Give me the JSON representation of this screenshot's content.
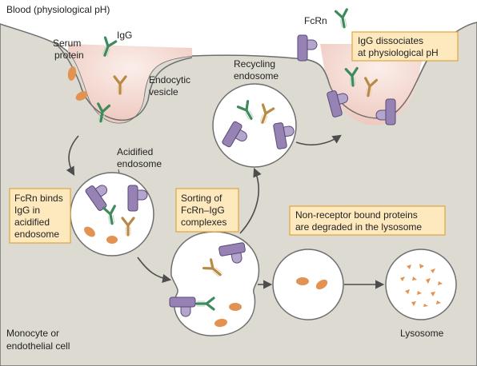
{
  "labels": {
    "blood": "Blood (physiological pH)",
    "serum_protein_1": "Serum",
    "serum_protein_2": "protein",
    "igg": "IgG",
    "endocytic_1": "Endocytic",
    "endocytic_2": "vesicle",
    "fcrn_top": "FcRn",
    "recycling_1": "Recycling",
    "recycling_2": "endosome",
    "acidified_1": "Acidified",
    "acidified_2": "endosome",
    "cell_1": "Monocyte or",
    "cell_2": "endothelial cell",
    "lysosome": "Lysosome"
  },
  "callouts": {
    "dissociates": [
      "IgG dissociates",
      "at physiological pH"
    ],
    "fcrn_binds": [
      "FcRn binds",
      "IgG in",
      "acidified",
      "endosome"
    ],
    "sorting": [
      "Sorting of",
      "FcRn–IgG",
      "complexes"
    ],
    "degraded": [
      "Non-receptor bound proteins",
      "are degraded in the lysosome"
    ]
  },
  "colors": {
    "cytoplasm": "#dddbd1",
    "vesicle_fill": "#f7e1dc",
    "membrane": "#6e6e6e",
    "callout_fill": "#fde9bd",
    "callout_border": "#e0a53a",
    "fcrn": "#9683b3",
    "igg_green": "#3f8a5c",
    "igg_tan": "#b78a45",
    "serum_protein": "#e39252",
    "arrow": "#4d4d4d"
  }
}
